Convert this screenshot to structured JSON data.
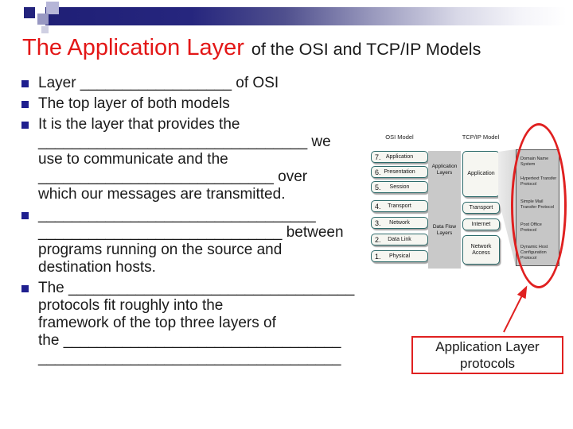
{
  "title": {
    "red": "The Application Layer",
    "black": "of the OSI and TCP/IP Models"
  },
  "bullets": [
    {
      "lines": [
        "Layer __________________ of OSI"
      ]
    },
    {
      "lines": [
        "The top layer of both models"
      ]
    },
    {
      "lines": [
        "It is the layer that provides the",
        "________________________________ we",
        "use to communicate and the",
        "____________________________ over",
        "which our messages are transmitted."
      ]
    },
    {
      "lines": [
        "_________________________________",
        "_____________________________ between",
        "programs running on the source and",
        "destination hosts."
      ]
    },
    {
      "lines": [
        "The __________________________________",
        "protocols fit roughly into the",
        "framework of the top three layers of",
        "the _________________________________",
        "____________________________________"
      ]
    }
  ],
  "diagram": {
    "osi_label": "OSI Model",
    "tcpip_label": "TCP/IP Model",
    "osi_layers": [
      {
        "num": "7.",
        "name": "Application"
      },
      {
        "num": "6.",
        "name": "Presentation"
      },
      {
        "num": "5.",
        "name": "Session"
      },
      {
        "num": "4.",
        "name": "Transport"
      },
      {
        "num": "3.",
        "name": "Network"
      },
      {
        "num": "2.",
        "name": "Data Link"
      },
      {
        "num": "1.",
        "name": "Physical"
      }
    ],
    "group_labels": {
      "upper": "Application Layers",
      "lower": "Data Flow Layers"
    },
    "tcpip_layers": [
      "Application",
      "Transport",
      "Internet",
      "Network Access"
    ],
    "protocols": [
      "Domain Name System",
      "Hypertext Transfer Protocol",
      "Simple Mail Transfer Protocol",
      "Post Office Protocol",
      "Dynamic Host Configuration Protocol"
    ],
    "callout": {
      "line1": "Application Layer",
      "line2": "protocols"
    }
  },
  "colors": {
    "title_red": "#e31717",
    "accent_red": "#e02020",
    "header_navy": "#1f1f76",
    "bullet_navy": "#1f1f8f",
    "box_border_teal": "#2d6b6b",
    "panel_gray": "#c6c6c6"
  }
}
